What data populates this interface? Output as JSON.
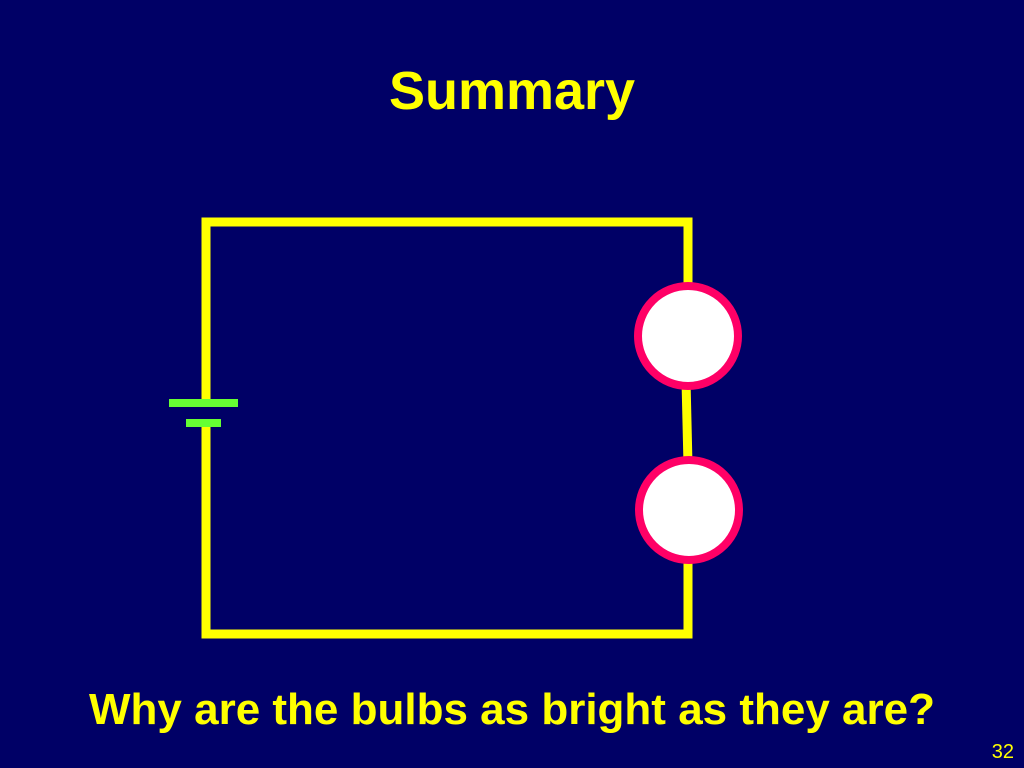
{
  "slide": {
    "title": "Summary",
    "question": "Why are the bulbs as bright as they are?",
    "page_number": "32"
  },
  "circuit": {
    "components": [
      {
        "type": "battery",
        "count": 1
      },
      {
        "type": "bulb",
        "count": 2,
        "connection": "series"
      }
    ]
  },
  "colors": {
    "background": "#000066",
    "text": "#FFFF00",
    "wire": "#FFFF00",
    "battery": "#66FF33",
    "bulb_outline": "#FF0066",
    "bulb_fill": "#FFFFFF"
  }
}
